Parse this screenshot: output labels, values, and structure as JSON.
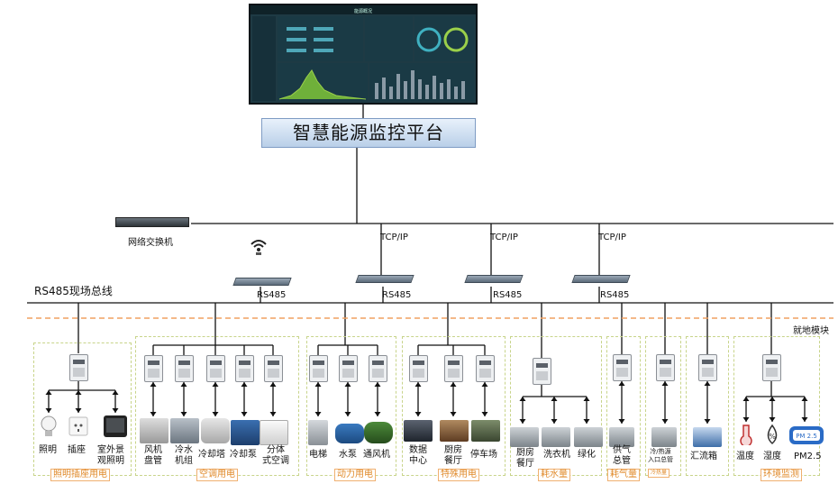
{
  "platform": {
    "title": "智慧能源监控平台"
  },
  "network": {
    "switch_label": "网络交换机",
    "tcp_labels": [
      "TCP/IP",
      "TCP/IP",
      "TCP/IP"
    ],
    "rs485_labels": [
      "RS485",
      "RS485",
      "RS485",
      "RS485"
    ],
    "bus_label": "RS485现场总线",
    "local_module_label": "就地模块"
  },
  "groups": [
    {
      "name": "照明插座用电",
      "devices": [
        "照明",
        "插座",
        "室外景\n观照明"
      ]
    },
    {
      "name": "空调用电",
      "devices": [
        "风机\n盘管",
        "冷水\n机组",
        "冷却塔",
        "冷却泵",
        "分体\n式空调"
      ]
    },
    {
      "name": "动力用电",
      "devices": [
        "电梯",
        "水泵",
        "通风机"
      ]
    },
    {
      "name": "特殊用电",
      "devices": [
        "数据\n中心",
        "厨房\n餐厅",
        "停车场"
      ]
    },
    {
      "name": "耗水量",
      "devices": [
        "厨房\n餐厅",
        "洗衣机",
        "绿化"
      ]
    },
    {
      "name": "耗气量",
      "devices": [
        "供气\n总管"
      ]
    },
    {
      "name": "冷热量",
      "devices": [
        "冷/热源\n入口总管"
      ]
    },
    {
      "name": "",
      "devices": [
        "汇流箱"
      ]
    },
    {
      "name": "环境监测",
      "devices": [
        "温度",
        "湿度",
        "PM2.5"
      ]
    }
  ],
  "screen": {
    "title": "能源概况"
  }
}
